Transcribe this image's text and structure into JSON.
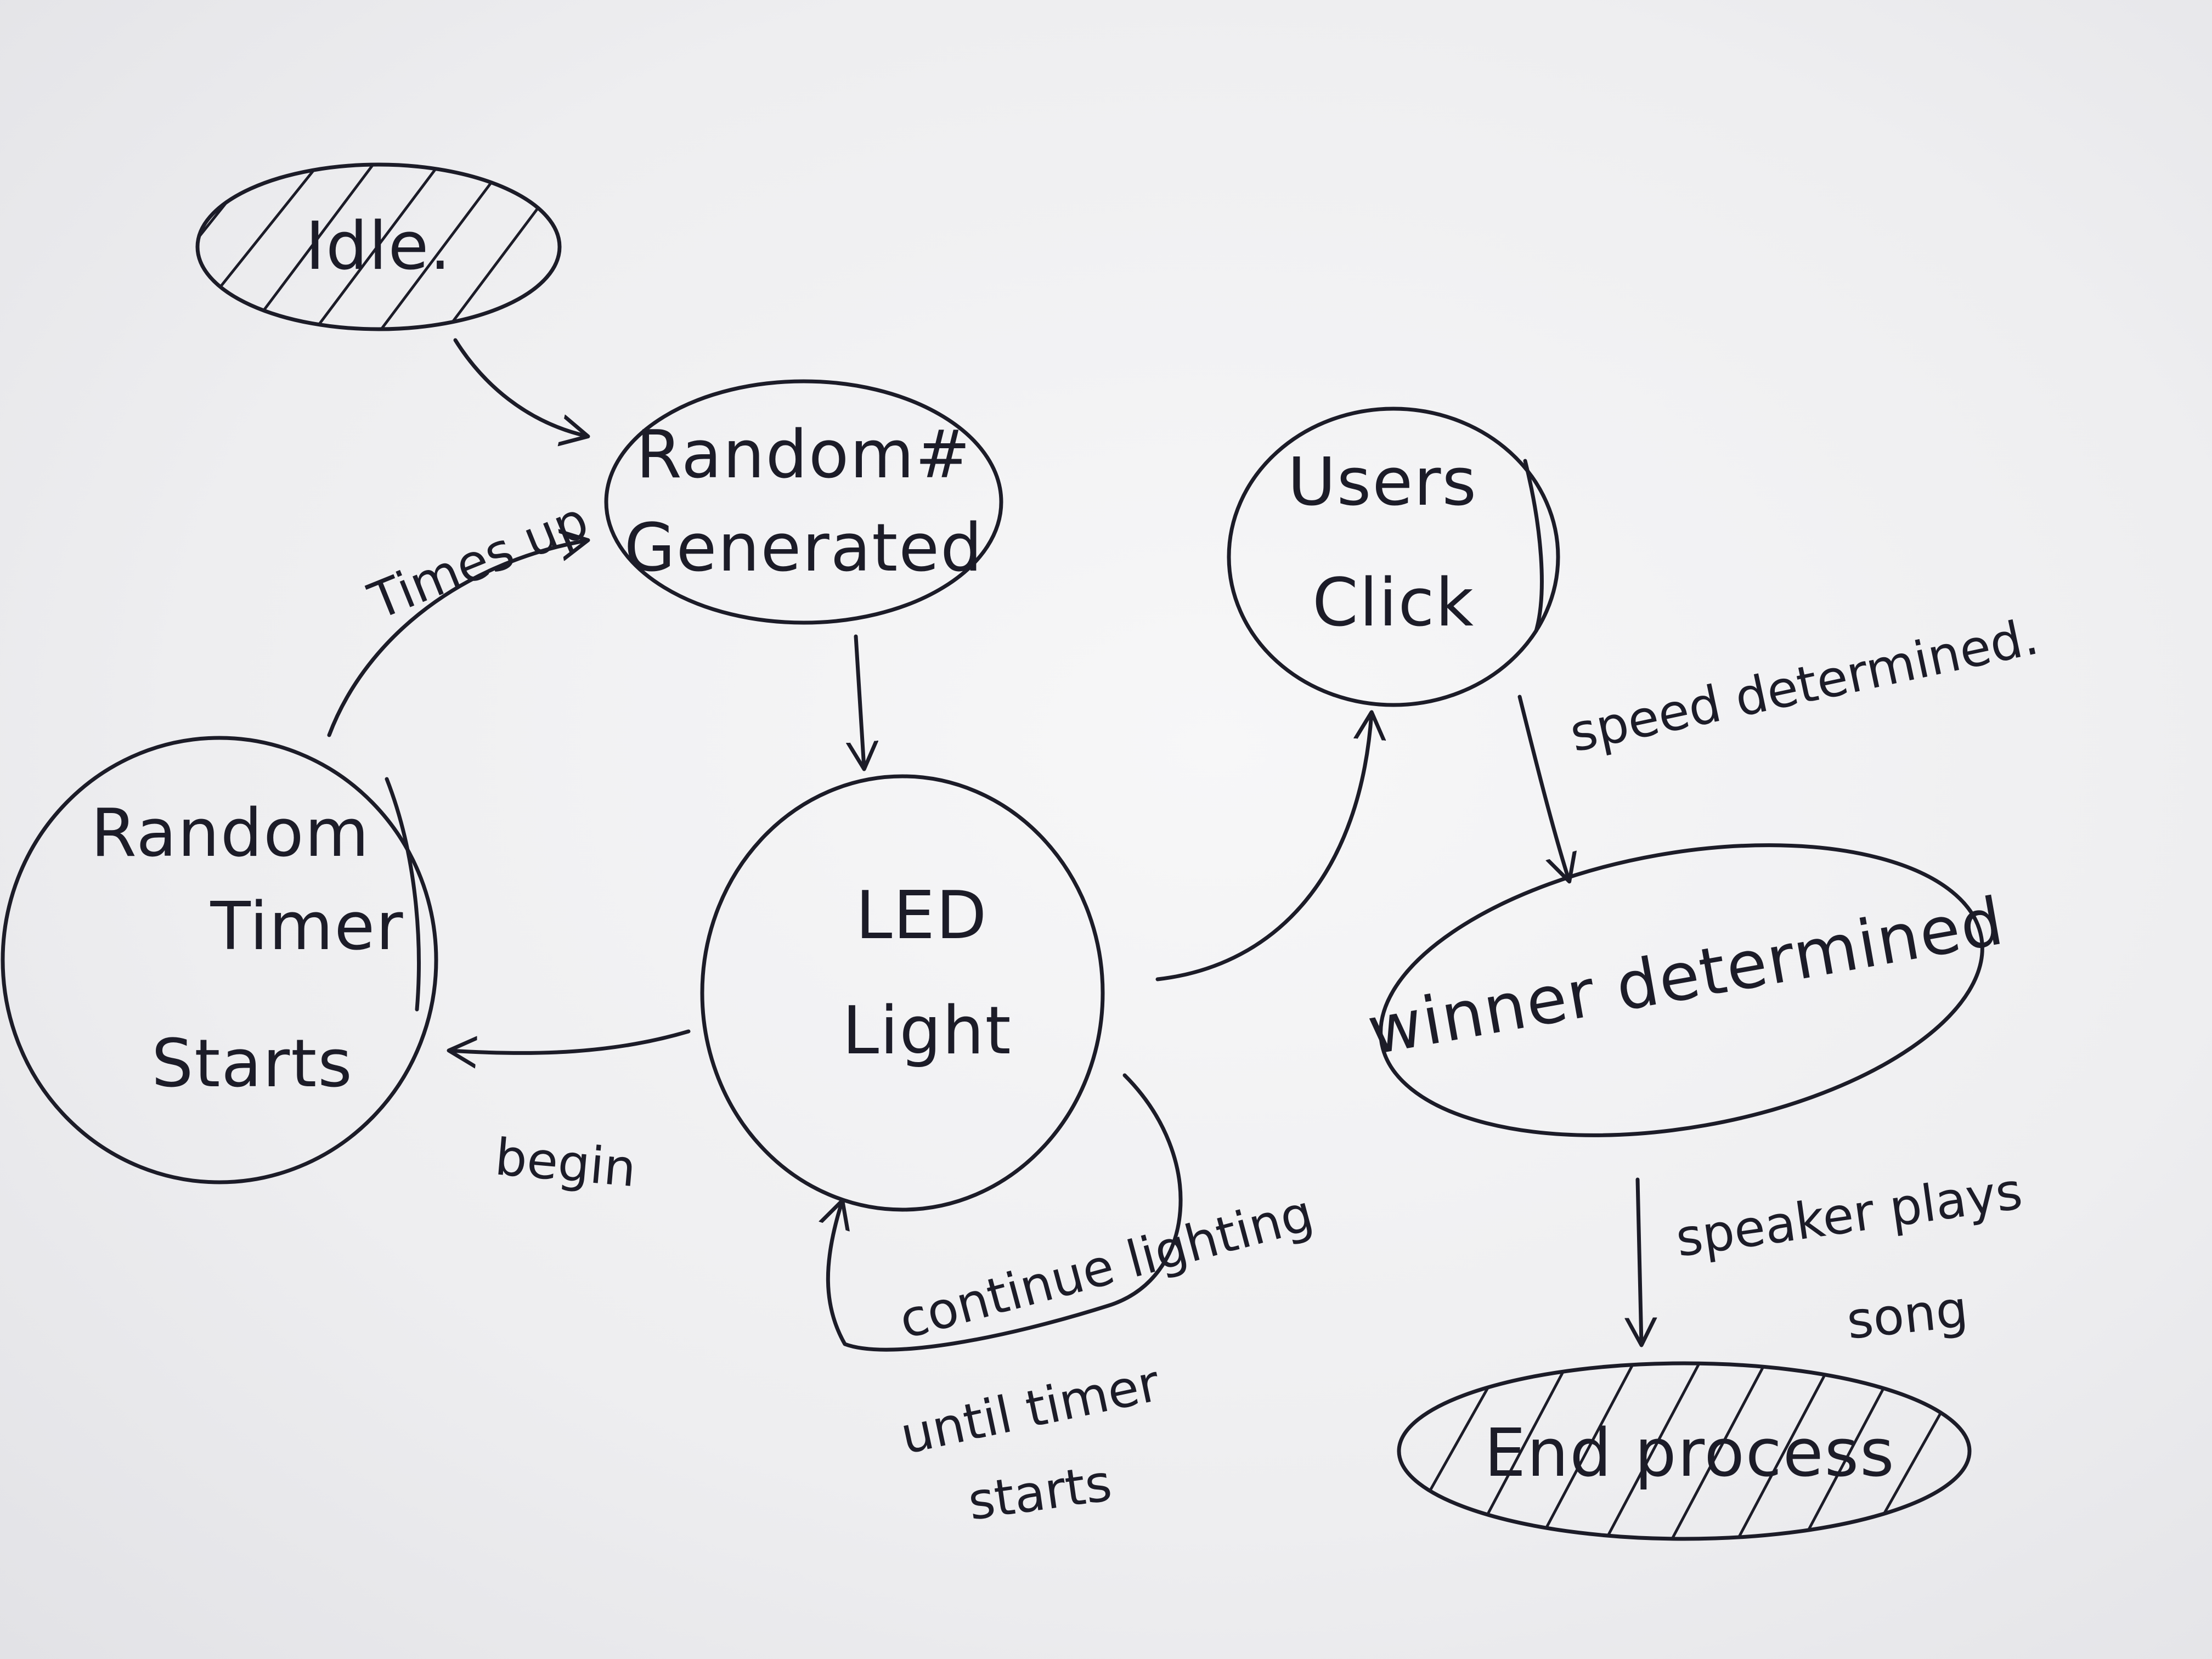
{
  "nodes": {
    "idle": "Idle.",
    "random_generated": {
      "line1": "Random#",
      "line2": "Generated"
    },
    "users_click": {
      "line1": "Users",
      "line2": "Click"
    },
    "random_timer_starts": {
      "line1": "Random",
      "line2": "Timer",
      "line3": "Starts"
    },
    "led_light": {
      "line1": "LED",
      "line2": "Light"
    },
    "winner_determined": "winner determined",
    "end_process": "End process"
  },
  "edges": {
    "times_up": "Times up",
    "begin": "begin",
    "speed_determined": "speed determined.",
    "continue_lighting": "continue lighting",
    "until_timer": {
      "line1": "until timer",
      "line2": "starts"
    },
    "speaker_plays": {
      "line1": "speaker plays",
      "line2": "song"
    }
  }
}
